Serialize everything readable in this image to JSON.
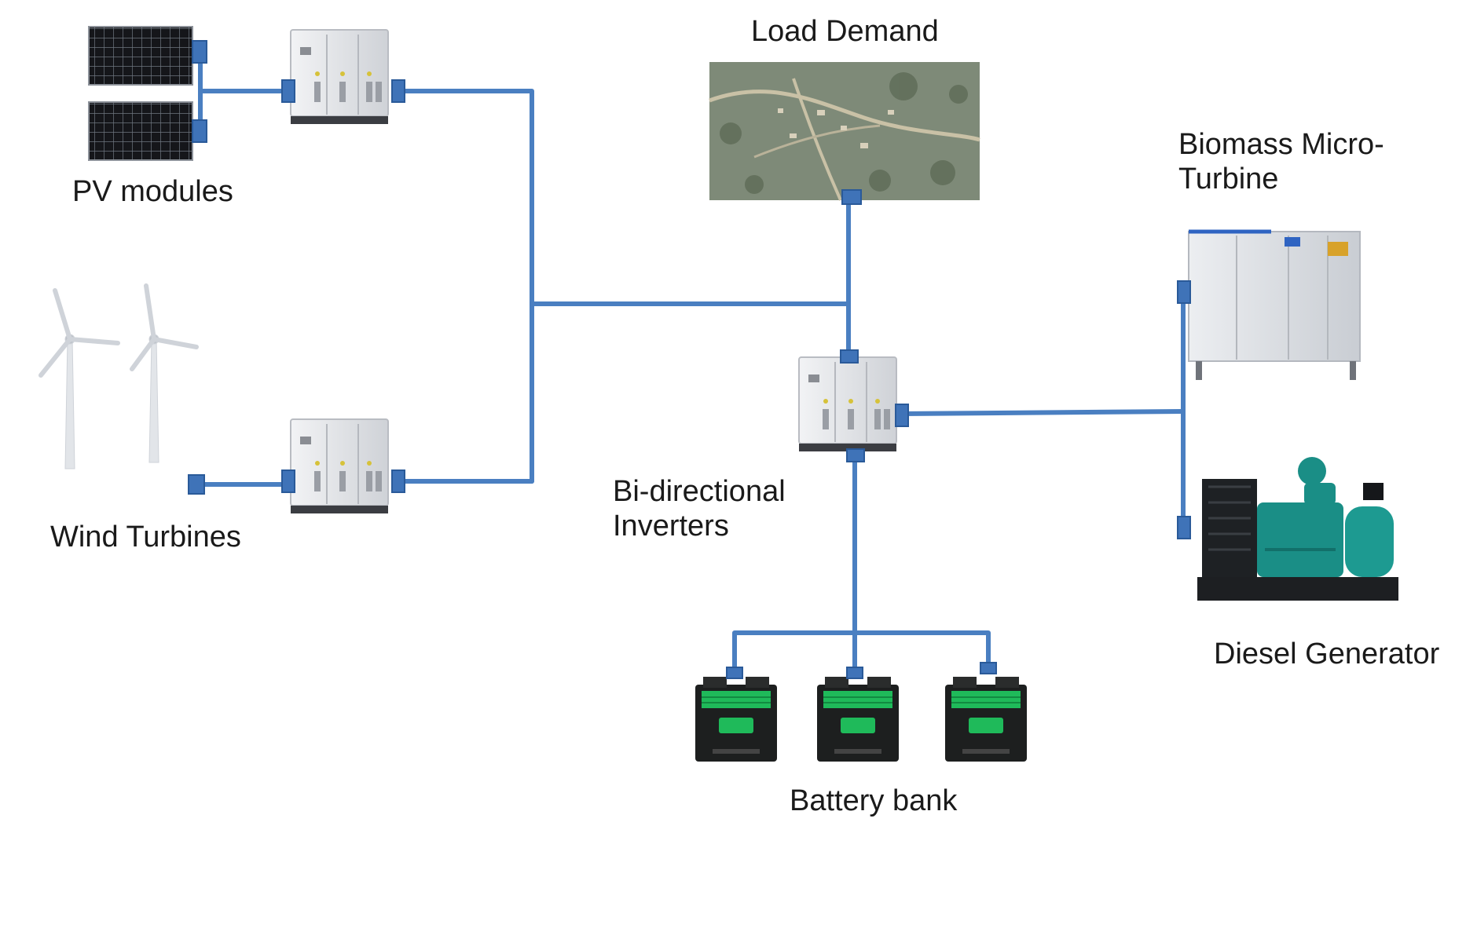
{
  "labels": {
    "pv": "PV modules",
    "wind": "Wind Turbines",
    "load": "Load Demand",
    "biomass_line1": "Biomass Micro-",
    "biomass_line2": "Turbine",
    "diesel": "Diesel Generator",
    "inverters_line1": "Bi-directional",
    "inverters_line2": "Inverters",
    "battery": "Battery bank"
  },
  "colors": {
    "bus_line": "#4a7fc1",
    "connector": "#3f73b8",
    "connector_edge": "#2a5a99",
    "inverter_body": "#e6e7ea",
    "inverter_shadow": "#b9bcc2",
    "pv_cell": "#15161a",
    "pv_grid": "#6f7680",
    "turbine": "#d9dde2",
    "battery_body": "#1d1f1f",
    "battery_label": "#1fba5a",
    "diesel_body": "#1a8e86",
    "microturbine_body": "#dde0e5",
    "aerial_map": "#7e8a78"
  },
  "icons": {
    "pv": "solar-panel-icon",
    "wind": "wind-turbine-icon",
    "inverter": "inverter-cabinet-icon",
    "load": "aerial-village-map",
    "biomass": "microturbine-icon",
    "diesel": "diesel-generator-icon",
    "battery": "battery-icon"
  }
}
